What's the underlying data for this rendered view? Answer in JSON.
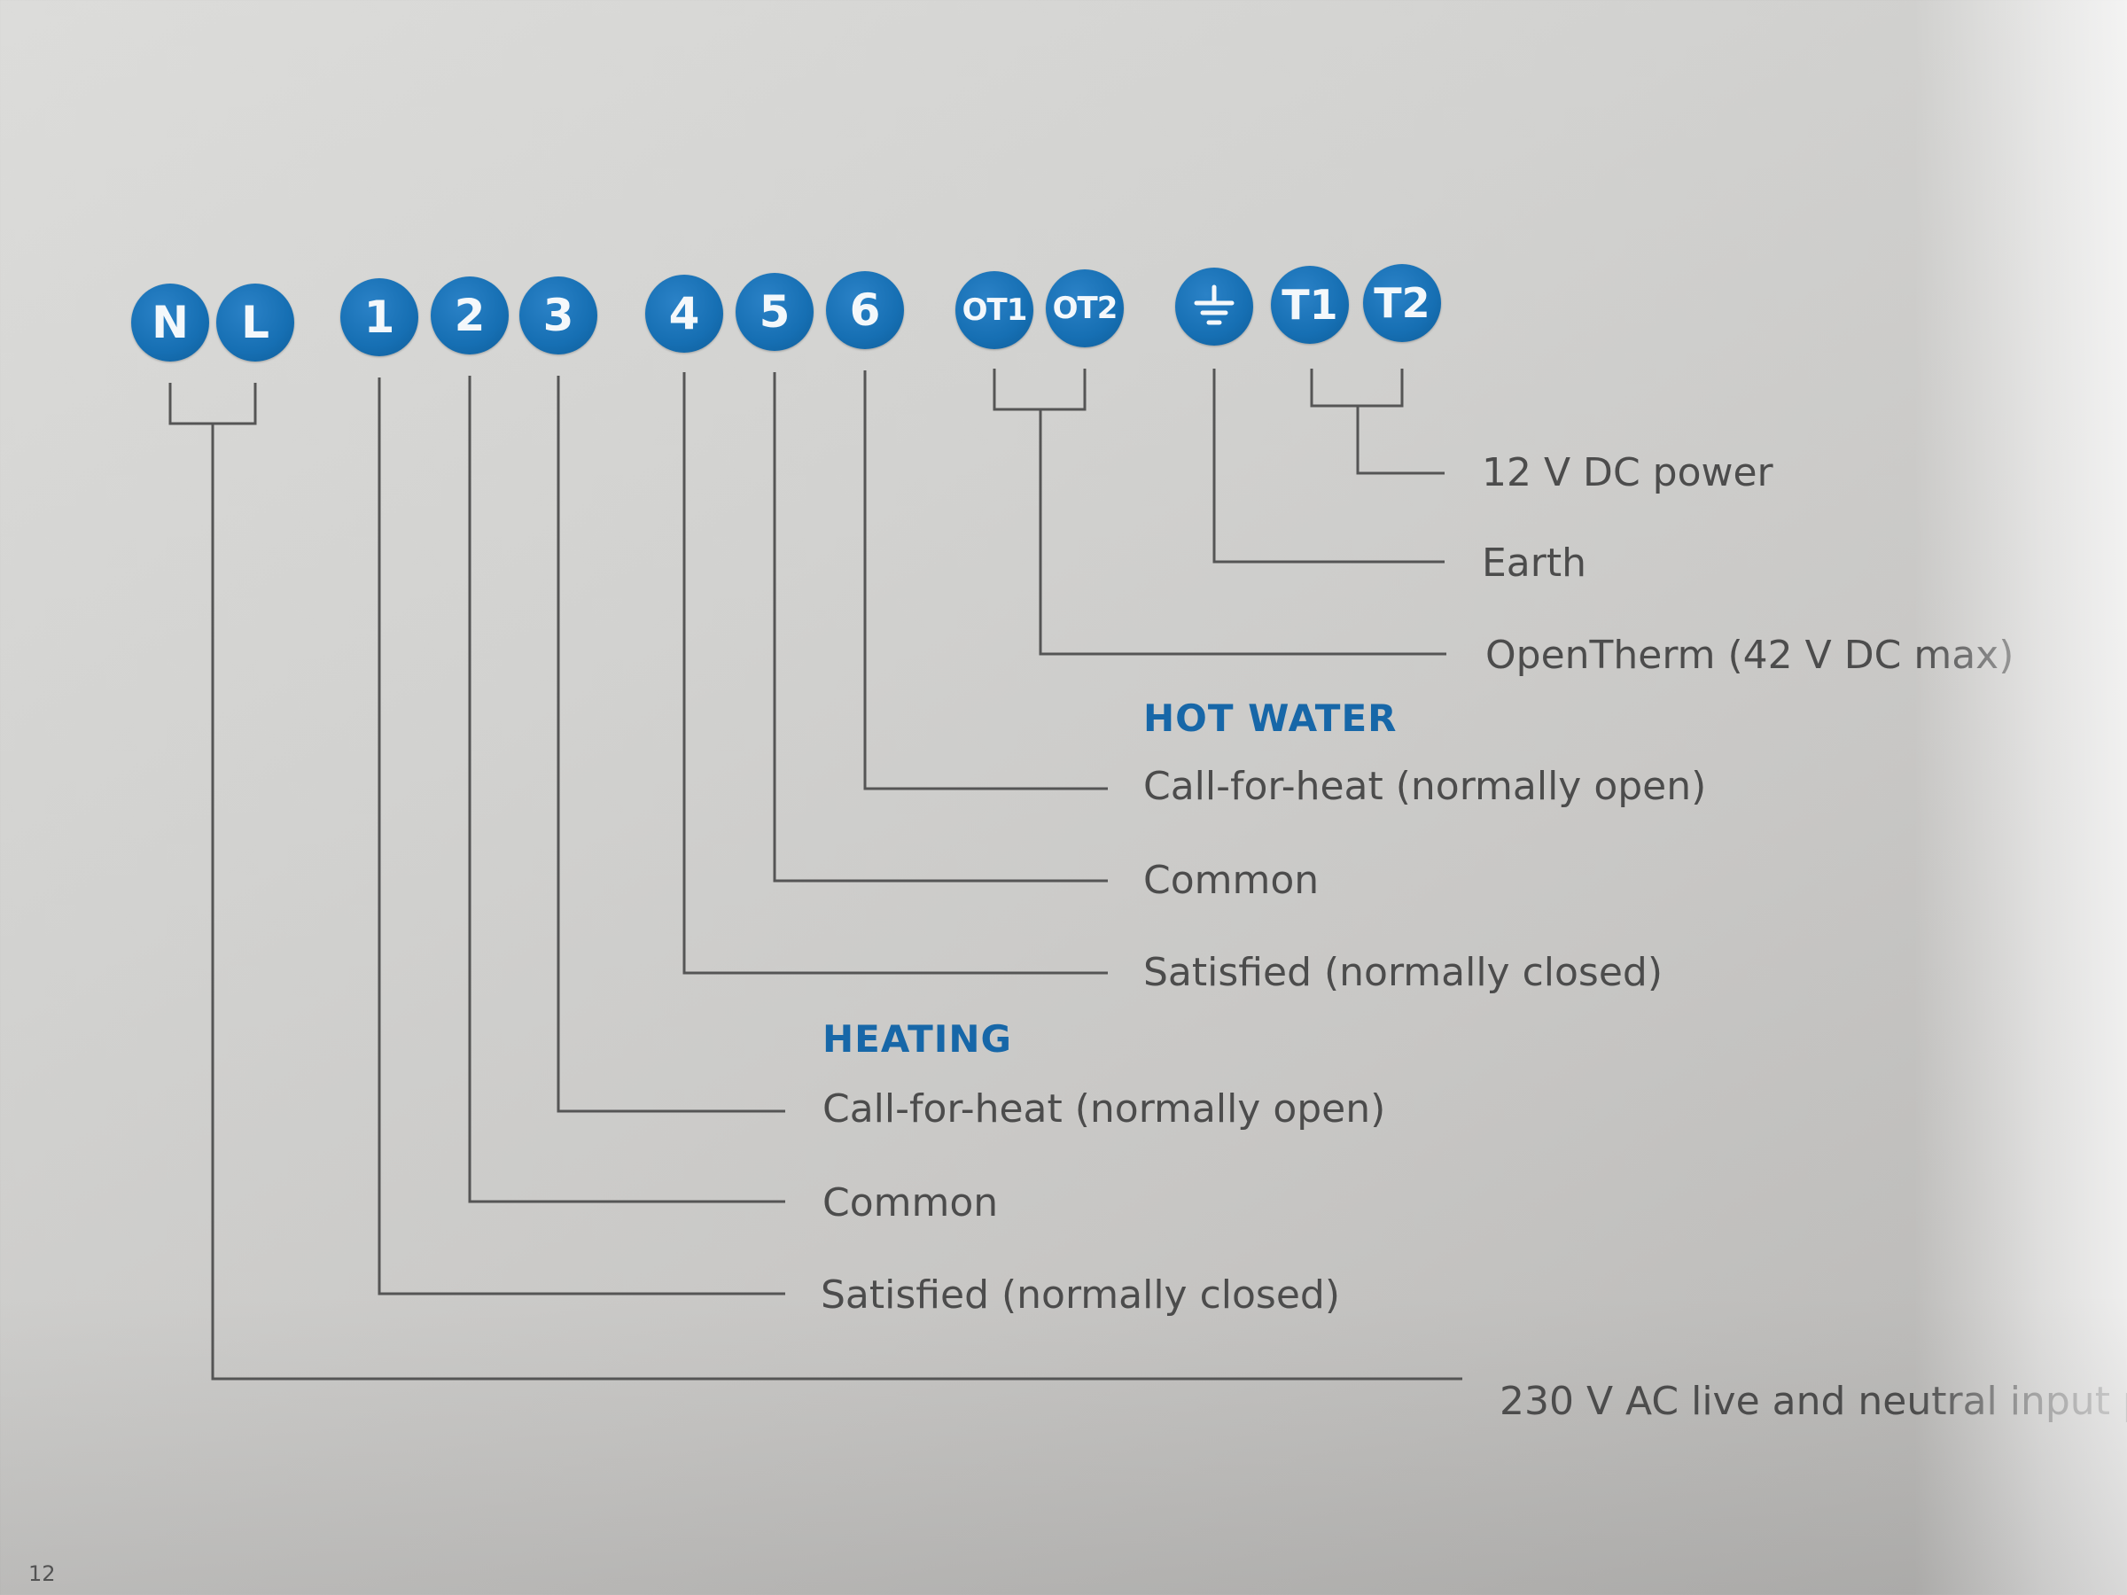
{
  "terminals": {
    "n": "N",
    "l": "L",
    "t1_num": "1",
    "t2_num": "2",
    "t3_num": "3",
    "t4_num": "4",
    "t5_num": "5",
    "t6_num": "6",
    "ot1": "OT1",
    "ot2": "OT2",
    "earth_icon": "earth-ground-icon",
    "t1": "T1",
    "t2": "T2"
  },
  "labels": {
    "dc_power": "12 V DC power",
    "earth": "Earth",
    "opentherm": "OpenTherm (42 V DC max)",
    "mains": "230 V AC live and neutral input p"
  },
  "hot_water": {
    "heading": "HOT WATER",
    "call_for_heat": "Call-for-heat (normally open)",
    "common": "Common",
    "satisfied": "Satisfied (normally closed)"
  },
  "heating": {
    "heading": "HEATING",
    "call_for_heat": "Call-for-heat (normally open)",
    "common": "Common",
    "satisfied": "Satisfied (normally closed)"
  },
  "page": {
    "number": "12"
  },
  "colors": {
    "terminal_blue": "#166fb3",
    "heading_blue": "#1767a8",
    "label_gray": "#4c4c4c",
    "line_gray": "#555555"
  }
}
